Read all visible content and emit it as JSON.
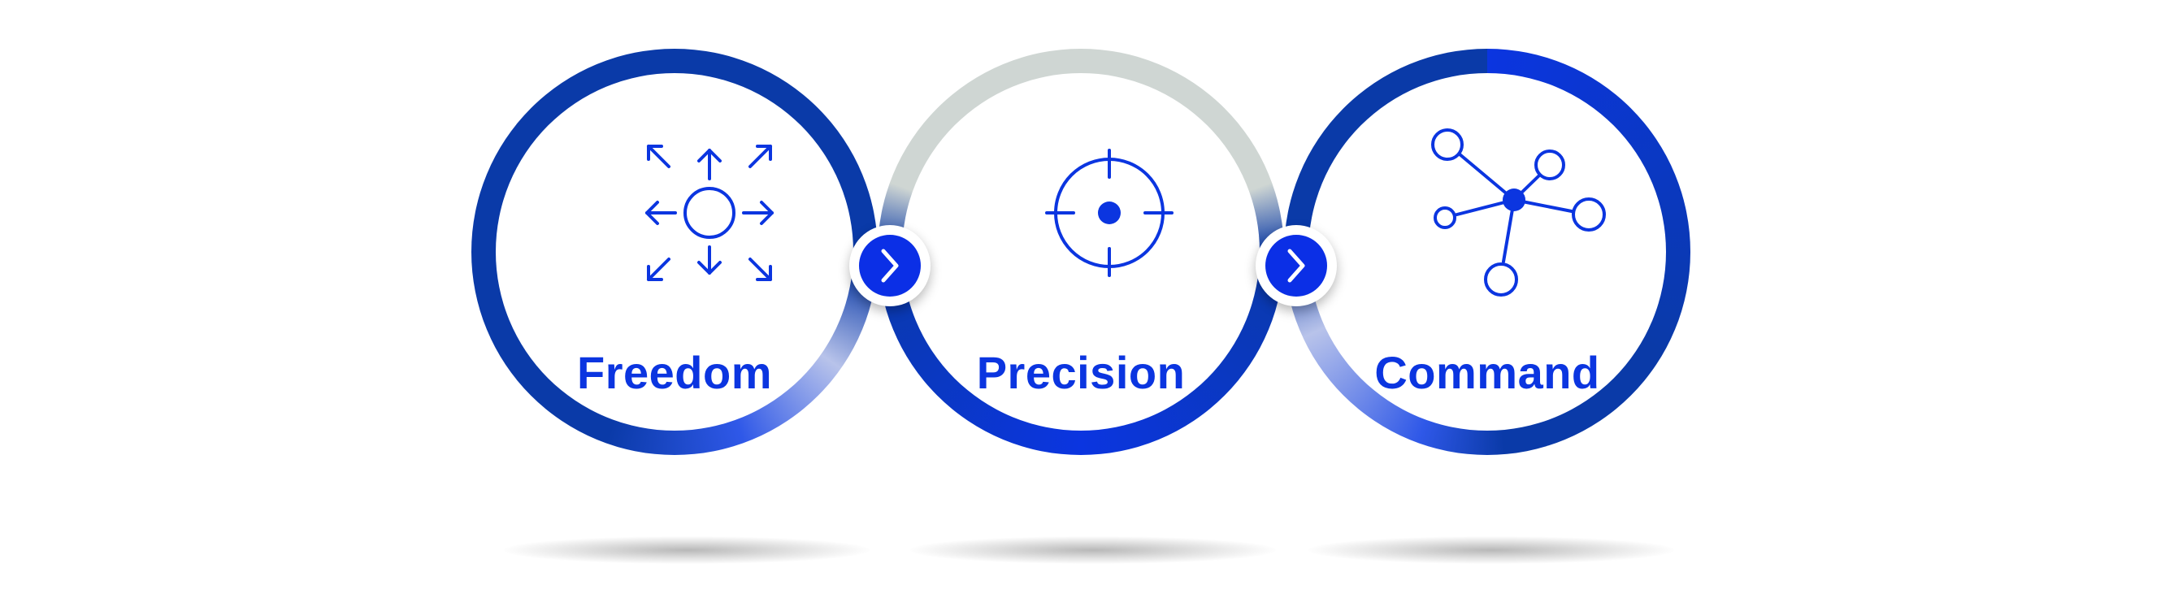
{
  "steps": [
    {
      "label": "Freedom",
      "icon": "arrows-expand-icon"
    },
    {
      "label": "Precision",
      "icon": "crosshair-icon"
    },
    {
      "label": "Command",
      "icon": "network-nodes-icon"
    }
  ],
  "connectors": [
    {
      "icon": "chevron-right-icon"
    },
    {
      "icon": "chevron-right-icon"
    }
  ],
  "colors": {
    "primary": "#0b35e0",
    "ring_dark": "#0a3aa8",
    "ring_light": "#9fb0e6",
    "ring_grey": "#cfd6d3",
    "connector_fill": "#0b2fe6"
  }
}
